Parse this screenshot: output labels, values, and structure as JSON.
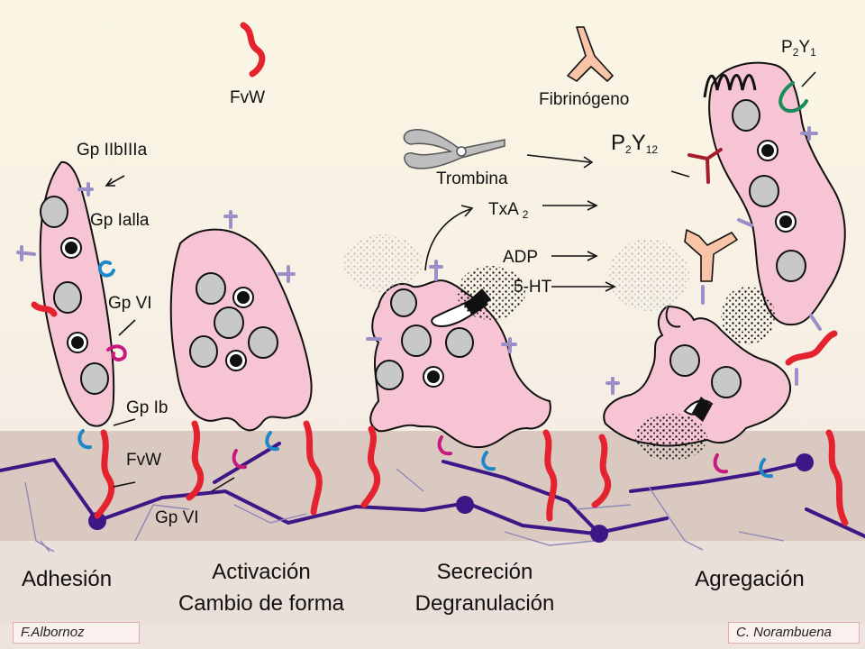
{
  "labels": {
    "fvw_top": "FvW",
    "fibrinogeno": "Fibrinógeno",
    "p2y1_base": "P",
    "p2y1_sub1": "2",
    "p2y1_mid": "Y",
    "p2y1_sub2": "1",
    "p2y12_base": "P",
    "p2y12_sub1": "2",
    "p2y12_mid": "Y",
    "p2y12_sub2": "12",
    "gp_iibiiia": "Gp IIbIIIa",
    "gp_iaiia": "Gp Ialla",
    "gp_vi_top": "Gp VI",
    "gp_ib": "Gp Ib",
    "fvw_bottom": "FvW",
    "gp_vi_bottom": "Gp VI",
    "trombina": "Trombina",
    "txa2_base": "TxA",
    "txa2_sub": "2",
    "adp": "ADP",
    "ht5": "5-HT"
  },
  "stages": {
    "adhesion": "Adhesión",
    "activacion_1": "Activación",
    "activacion_2": "Cambio de forma",
    "secrecion_1": "Secreción",
    "secrecion_2": "Degranulación",
    "agregacion": "Agregación"
  },
  "credits": {
    "left": "F.Albornoz",
    "right": "C. Norambuena"
  },
  "colors": {
    "platelet": "#f7c4d3",
    "granule": "#c8c8c8",
    "vwf": "#e4232f",
    "collagen": "#3f1686",
    "gpib": "#1e88c8",
    "gpvi": "#c81a7e",
    "integrin": "#9b8fc8",
    "p2y1": "#1a8c5a",
    "p2y12": "#a31d2e",
    "fibrinogen": "#f8c3a6",
    "subendothelium": "#d9c9c0"
  }
}
